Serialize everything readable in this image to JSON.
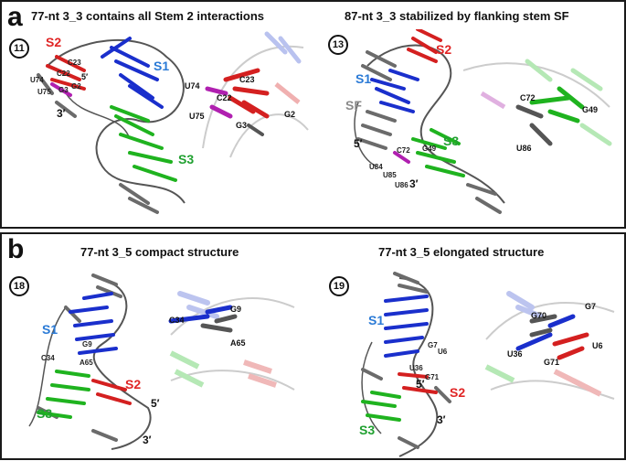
{
  "colors": {
    "stem1": "#1a2fcc",
    "stem2": "#d42020",
    "stem3": "#1fb31f",
    "sf": "#8a8a8a",
    "magenta": "#b020b0",
    "gray": "#6b6b6b",
    "label_s1": "#2a7ad6",
    "label_s2": "#e02525",
    "label_s3": "#20a030"
  },
  "panel_a": {
    "label": "a",
    "left": {
      "title": "77-nt 3_3 contains all Stem 2 interactions",
      "structure": "11",
      "labels": {
        "s1": "S1",
        "s2": "S2",
        "s3": "S3",
        "prime3": "3′",
        "u74": "U74",
        "u75": "U75",
        "c22": "C22",
        "c23": "C23",
        "g3": "G3",
        "g2": "G2",
        "prime5": "5′"
      },
      "zoom": {
        "u74": "U74",
        "c23": "C23",
        "c22": "C22",
        "u75": "U75",
        "g3": "G3",
        "g2": "G2"
      }
    },
    "right": {
      "title": "87-nt 3_3 stabilized by flanking stem SF",
      "structure": "13",
      "labels": {
        "s1": "S1",
        "s2": "S2",
        "s3": "S3",
        "sf": "SF",
        "prime5": "5′",
        "prime3": "3′",
        "g49": "G49",
        "u84": "U84",
        "u85": "U85",
        "u86": "U86",
        "c72": "C72"
      },
      "zoom": {
        "c72": "C72",
        "g49": "G49",
        "u86": "U86"
      }
    }
  },
  "panel_b": {
    "label": "b",
    "left": {
      "title": "77-nt 3_5 compact structure",
      "structure": "18",
      "labels": {
        "s1": "S1",
        "s2": "S2",
        "s3": "S3",
        "prime5": "5′",
        "prime3": "3′",
        "c34": "C34",
        "a65": "A65",
        "g9": "G9"
      },
      "zoom": {
        "g9": "G9",
        "c34": "C34",
        "a65": "A65"
      }
    },
    "right": {
      "title": "77-nt 3_5 elongated structure",
      "structure": "19",
      "labels": {
        "s1": "S1",
        "s2": "S2",
        "s3": "S3",
        "prime5": "5′",
        "prime3": "3′",
        "g7": "G7",
        "u6": "U6",
        "u36": "U36",
        "g71": "G71"
      },
      "zoom": {
        "g7": "G7",
        "g70": "G70",
        "u36": "U36",
        "u6": "U6",
        "g71": "G71"
      }
    }
  }
}
